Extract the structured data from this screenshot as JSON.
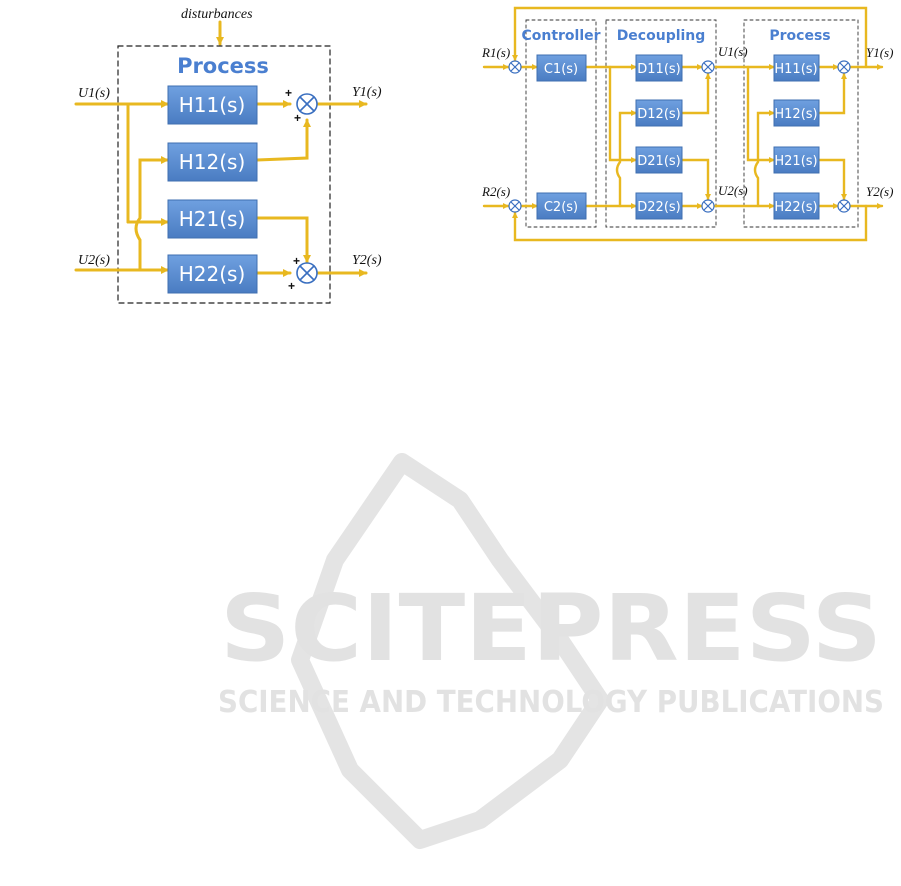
{
  "left_diagram": {
    "disturbance_label": "disturbances",
    "title": "Process",
    "inputs": [
      "U1(s)",
      "U2(s)"
    ],
    "outputs": [
      "Y1(s)",
      "Y2(s)"
    ],
    "blocks": [
      "H11(s)",
      "H12(s)",
      "H21(s)",
      "H22(s)"
    ],
    "signs": [
      "+",
      "+",
      "+",
      "+"
    ]
  },
  "right_diagram": {
    "references": [
      "R1(s)",
      "R2(s)"
    ],
    "group_titles": [
      "Controller",
      "Decoupling",
      "Process"
    ],
    "controller_blocks": [
      "C1(s)",
      "C2(s)"
    ],
    "decoupling_blocks": [
      "D11(s)",
      "D12(s)",
      "D21(s)",
      "D22(s)"
    ],
    "process_blocks": [
      "H11(s)",
      "H12(s)",
      "H21(s)",
      "H22(s)"
    ],
    "intermediate": [
      "U1(s)",
      "U2(s)"
    ],
    "outputs": [
      "Y1(s)",
      "Y2(s)"
    ]
  },
  "watermark": {
    "line1": "SCITEPRESS",
    "line2": "SCIENCE AND TECHNOLOGY PUBLICATIONS"
  },
  "colors": {
    "signal": "#e8b820",
    "block_fill": "#5b8fd4",
    "title_blue": "#4a7fd0",
    "watermark": "#e2e2e2"
  }
}
